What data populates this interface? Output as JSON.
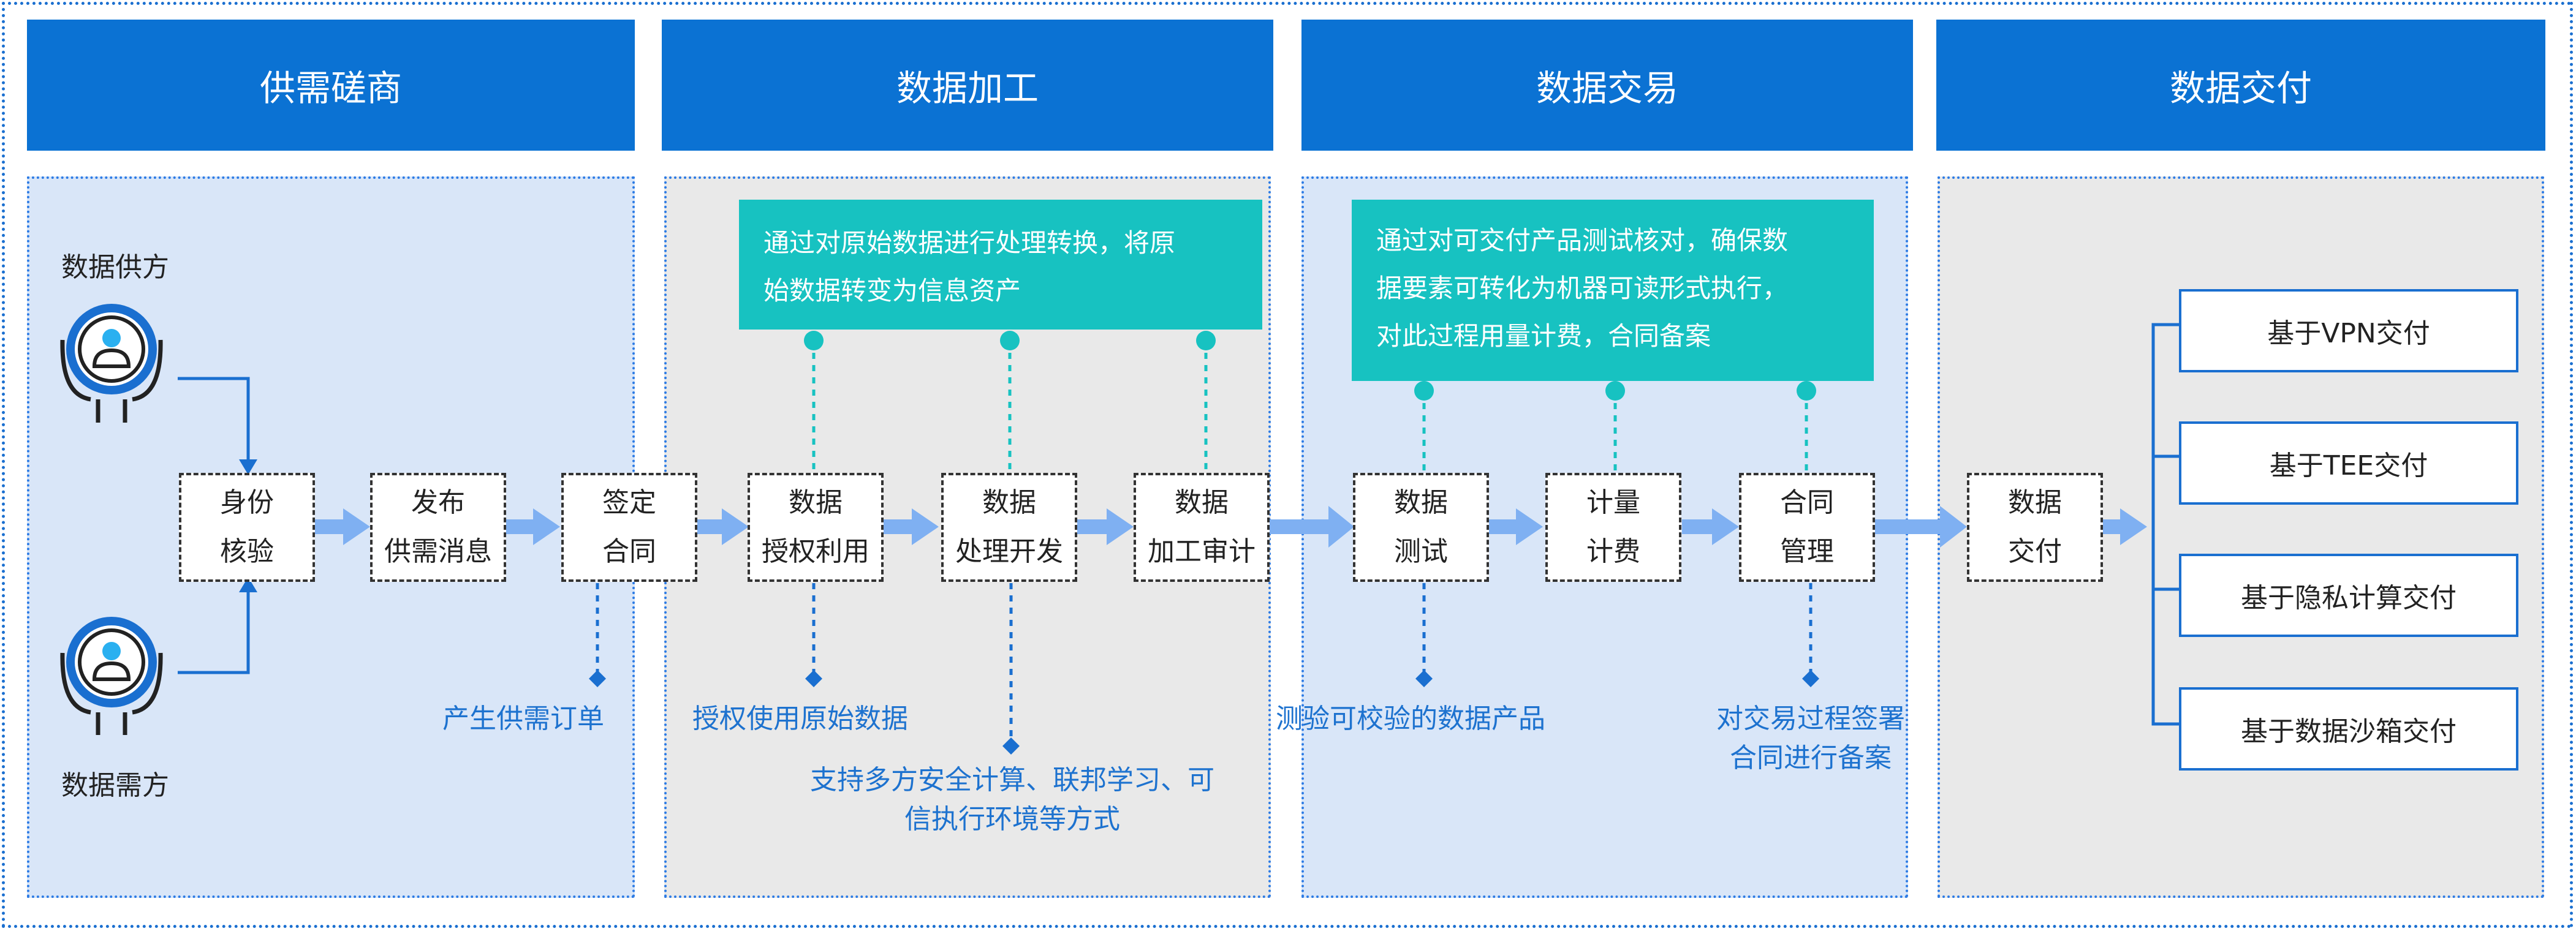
{
  "phases": [
    {
      "title": "供需磋商"
    },
    {
      "title": "数据加工"
    },
    {
      "title": "数据交易"
    },
    {
      "title": "数据交付"
    }
  ],
  "parties": {
    "supplier": "数据供方",
    "demander": "数据需方"
  },
  "nodes": {
    "identity": [
      "身份",
      "核验"
    ],
    "publish": [
      "发布",
      "供需消息"
    ],
    "contract": [
      "签定",
      "合同"
    ],
    "authorize": [
      "数据",
      "授权利用"
    ],
    "process": [
      "数据",
      "处理开发"
    ],
    "audit": [
      "数据",
      "加工审计"
    ],
    "test": [
      "数据",
      "测试"
    ],
    "billing": [
      "计量",
      "计费"
    ],
    "contract_mgmt": [
      "合同",
      "管理"
    ],
    "deliver": [
      "数据",
      "交付"
    ]
  },
  "notes": {
    "processing": [
      "通过对原始数据进行处理转换，将原",
      "始数据转变为信息资产"
    ],
    "trading": [
      "通过对可交付产品测试核对，确保数",
      "据要素可转化为机器可读形式执行，",
      "对此过程用量计费，合同备案"
    ]
  },
  "labels": {
    "order": [
      "产生供需订单"
    ],
    "raw_use": [
      "授权使用原始数据"
    ],
    "methods": [
      "支持多方安全计算、联邦学习、可",
      "信执行环境等方式"
    ],
    "verify": [
      "测验可校验的数据产品"
    ],
    "record": [
      "对交易过程签署",
      "合同进行备案"
    ]
  },
  "delivery_options": [
    "基于VPN交付",
    "基于TEE交付",
    "基于隐私计算交付",
    "基于数据沙箱交付"
  ],
  "colors": {
    "header": "#0b72d3",
    "note": "#17c2c1",
    "arrow": "#7fb0f2",
    "label": "#1d72cf"
  }
}
